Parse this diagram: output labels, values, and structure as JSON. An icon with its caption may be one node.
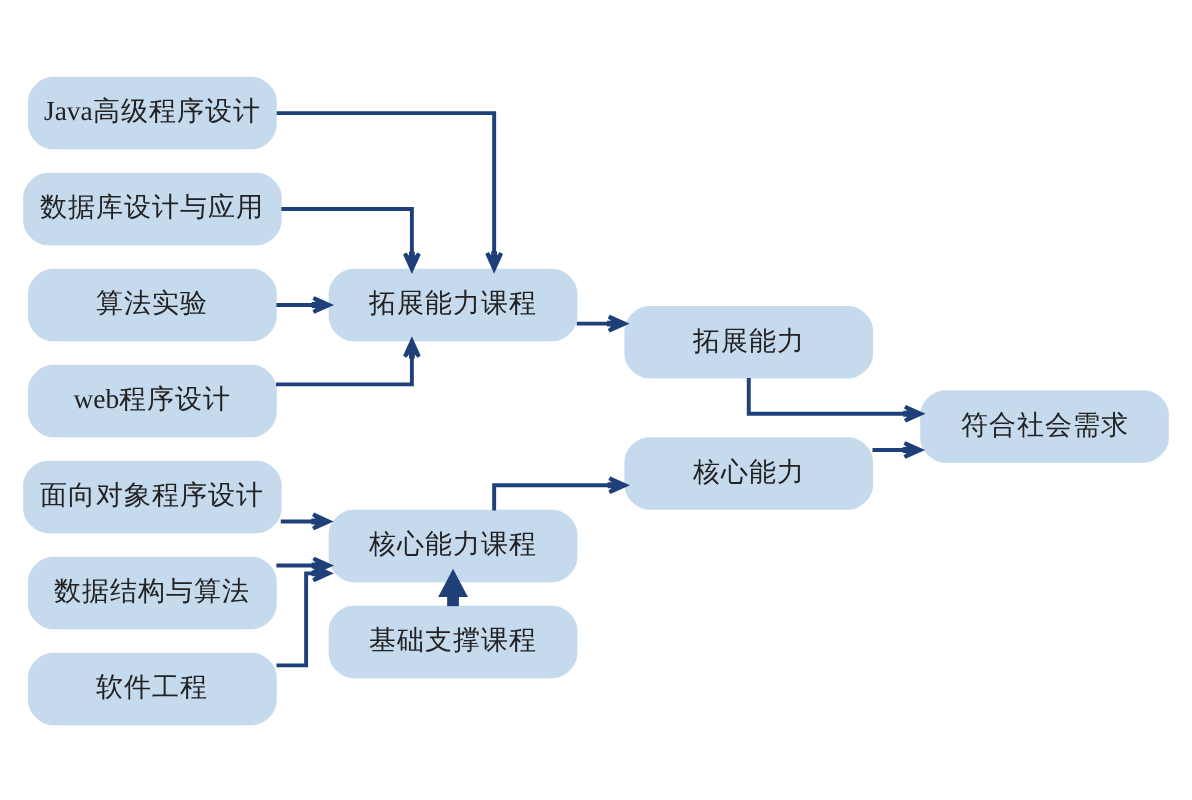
{
  "diagram": {
    "nodes": [
      {
        "text": [
          "Java高级程序设计"
        ]
      },
      {
        "text": [
          "数据库设计与应用"
        ]
      },
      {
        "text": [
          "算法实验"
        ]
      },
      {
        "text": [
          "web程序设计"
        ]
      },
      {
        "text": [
          "拓展能力课程"
        ]
      },
      {
        "text": [
          "拓展能力"
        ]
      },
      {
        "text": [
          "符合社会需求"
        ]
      },
      {
        "text": [
          "面向对象程序设计"
        ]
      },
      {
        "text": [
          "数据结构与算法"
        ]
      },
      {
        "text": [
          "软件工程"
        ]
      },
      {
        "text": [
          "核心能力课程"
        ]
      },
      {
        "text": [
          "核心能力"
        ]
      },
      {
        "text": [
          "基础支撑课程"
        ]
      }
    ],
    "edges": [
      {
        "from": 0,
        "to": 4,
        "arrow": "to"
      },
      {
        "from": 1,
        "to": 4,
        "arrow": "to"
      },
      {
        "from": 2,
        "to": 4,
        "arrow": "to"
      },
      {
        "from": 3,
        "to": 4,
        "arrow": "to"
      },
      {
        "from": 4,
        "to": 5,
        "arrow": "to"
      },
      {
        "from": 5,
        "to": 6,
        "arrow": "to"
      },
      {
        "from": 7,
        "to": 10,
        "arrow": "to"
      },
      {
        "from": 8,
        "to": 10,
        "arrow": "to"
      },
      {
        "from": 9,
        "to": 10,
        "arrow": "to"
      },
      {
        "from": 10,
        "to": 11,
        "arrow": "to"
      },
      {
        "from": 11,
        "to": 6,
        "arrow": "to"
      },
      {
        "from": 12,
        "to": 10,
        "arrow": "to",
        "style": "thick"
      }
    ]
  }
}
